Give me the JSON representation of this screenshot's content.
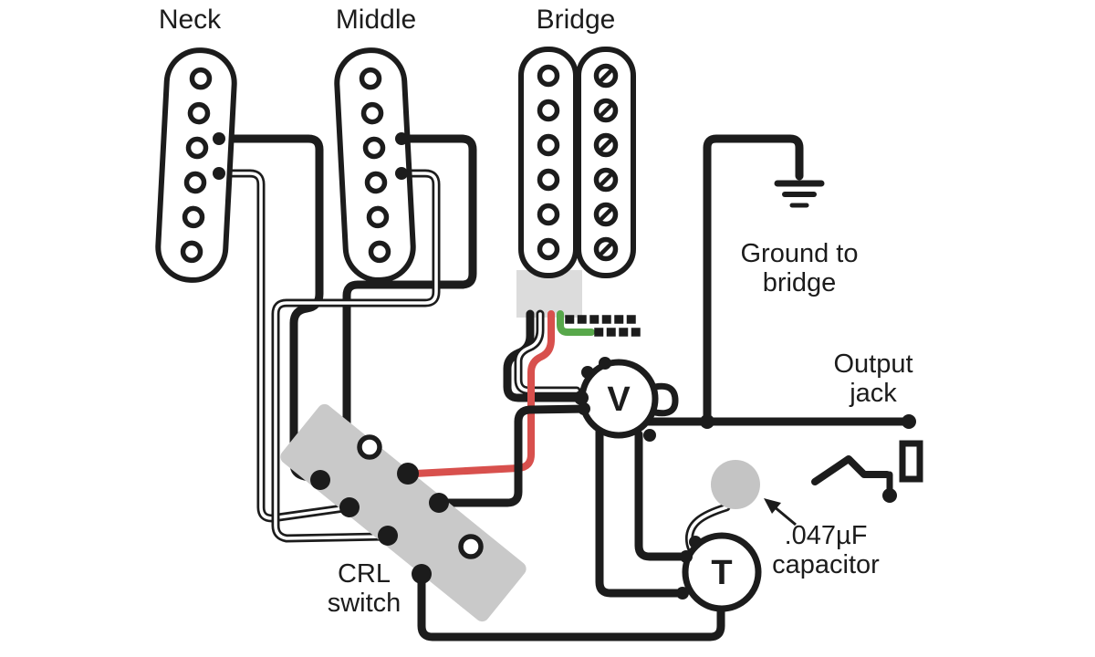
{
  "diagram": {
    "pickups": {
      "neck_label": "Neck",
      "middle_label": "Middle",
      "bridge_label": "Bridge"
    },
    "labels": {
      "ground_line1": "Ground to",
      "ground_line2": "bridge",
      "output_line1": "Output",
      "output_line2": "jack",
      "cap_line1": ".047µF",
      "cap_line2": "capacitor",
      "switch_line1": "CRL",
      "switch_line2": "switch",
      "volume_knob": "V",
      "tone_knob": "T"
    },
    "colors": {
      "wire_black": "#1c1c1c",
      "wire_red": "#d8504d",
      "wire_green": "#58a84b",
      "wire_white": "#ffffff",
      "switch_body": "#c9c9c9",
      "capacitor_fill": "#c4c4c4",
      "pickup_base": "#dcdcdc"
    }
  }
}
